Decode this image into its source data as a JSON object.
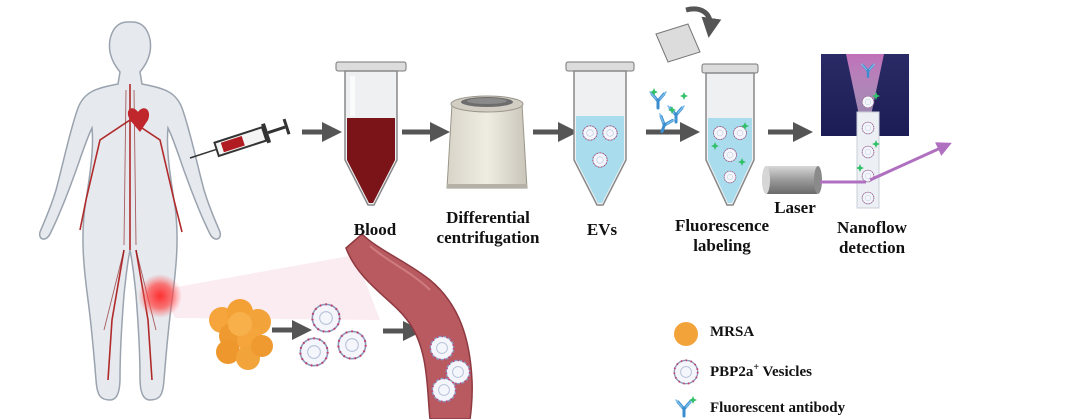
{
  "steps": {
    "blood": "Blood",
    "centrifuge_line1": "Differential",
    "centrifuge_line2": "centrifugation",
    "evs": "EVs",
    "labeling_line1": "Fluorescence",
    "labeling_line2": "labeling",
    "laser": "Laser",
    "detection_line1": "Nanoflow",
    "detection_line2": "detection"
  },
  "legend": {
    "mrsa": "MRSA",
    "vesicles": "PBP2a",
    "vesicles_sup": "+",
    "vesicles_suffix": " Vesicles",
    "antibody": "Fluorescent antibody"
  },
  "colors": {
    "blood": "#7a1418",
    "vessel": "#b85a60",
    "evs_fluid": "#a9dcec",
    "mrsa": "#f2a33a",
    "arrow": "#555555",
    "infection": "#ff2020",
    "antibody": "#3a8ed0",
    "fluor_star": "#33c06a",
    "laser_beam": "#b070c0"
  },
  "icons": [
    "human-body-icon",
    "syringe-icon",
    "blood-tube-icon",
    "centrifuge-icon",
    "ev-tube-icon",
    "antibody-icon",
    "labeling-tube-icon",
    "laser-icon",
    "nanoflow-chamber-icon",
    "mrsa-cluster-icon",
    "vesicle-icon",
    "blood-vessel-icon"
  ]
}
